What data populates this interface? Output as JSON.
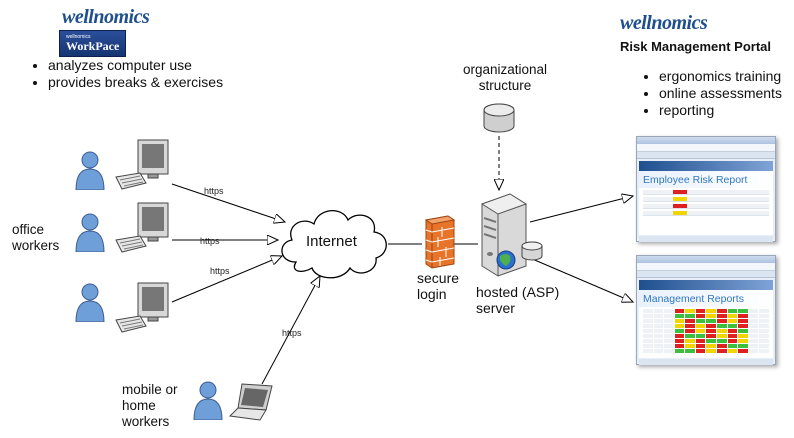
{
  "left_brand": {
    "logo_text": "wellnomics",
    "product_text": "WorkPace",
    "product_small": "wellnomics",
    "features": [
      "analyzes computer use",
      "provides breaks & exercises"
    ]
  },
  "right_brand": {
    "logo_text": "wellnomics",
    "portal_title": "Risk Management Portal",
    "features": [
      "ergonomics training",
      "online assessments",
      "reporting"
    ]
  },
  "labels": {
    "office_workers": "office\nworkers",
    "mobile_workers": "mobile or\nhome\nworkers",
    "internet": "Internet",
    "secure_login": "secure\nlogin",
    "server": "hosted (ASP)\nserver",
    "org_structure": "organizational\nstructure",
    "https": "https"
  },
  "screens": {
    "employee_report_title": "Employee Risk Report",
    "management_report_title": "Management Reports"
  },
  "colors": {
    "brand_blue": "#1f4f8f",
    "person_blue": "#6f9fd8",
    "firewall_orange": "#e8742a",
    "risk_red": "#e02020",
    "risk_yellow": "#f2d400",
    "risk_green": "#3cbf3c"
  }
}
